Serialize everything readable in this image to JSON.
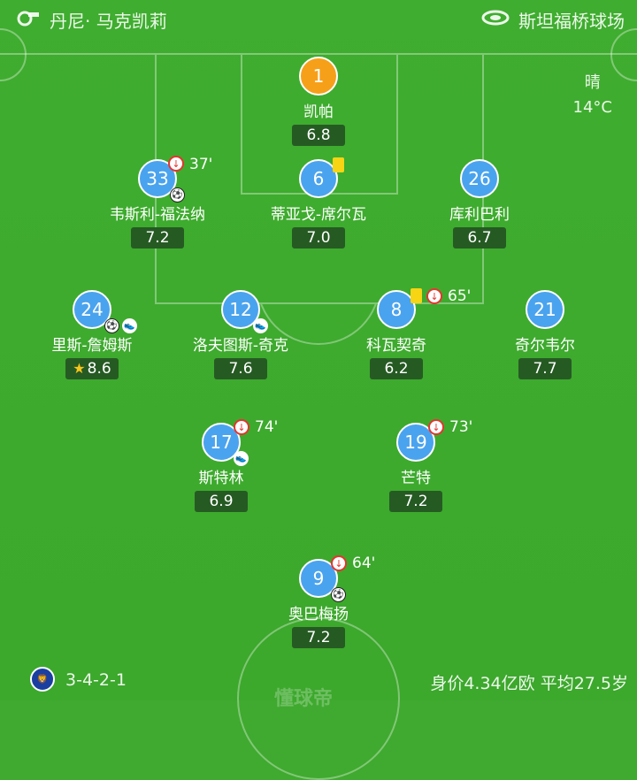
{
  "header": {
    "referee": "丹尼· 马克凯莉",
    "venue": "斯坦福桥球场"
  },
  "weather": {
    "condition": "晴",
    "temperature": "14°C"
  },
  "players": [
    {
      "number": "1",
      "name": "凯帕",
      "rating": "6.8",
      "gk": true
    },
    {
      "number": "33",
      "name": "韦斯利-福法纳",
      "rating": "7.2",
      "sub_time": "37'"
    },
    {
      "number": "6",
      "name": "蒂亚戈-席尔瓦",
      "rating": "7.0"
    },
    {
      "number": "26",
      "name": "库利巴利",
      "rating": "6.7"
    },
    {
      "number": "24",
      "name": "里斯-詹姆斯",
      "rating": "8.6"
    },
    {
      "number": "12",
      "name": "洛夫图斯-奇克",
      "rating": "7.6"
    },
    {
      "number": "8",
      "name": "科瓦契奇",
      "rating": "6.2",
      "sub_time": "65'"
    },
    {
      "number": "21",
      "name": "奇尔韦尔",
      "rating": "7.7"
    },
    {
      "number": "17",
      "name": "斯特林",
      "rating": "6.9",
      "sub_time": "74'"
    },
    {
      "number": "19",
      "name": "芒特",
      "rating": "7.2",
      "sub_time": "73'"
    },
    {
      "number": "9",
      "name": "奥巴梅扬",
      "rating": "7.2",
      "sub_time": "64'"
    }
  ],
  "footer": {
    "formation": "3-4-2-1",
    "value": "身价4.34亿欧  平均27.5岁",
    "watermark": "懂球帝"
  },
  "colors": {
    "pitch": "#3faa2f",
    "player": "#4aa3ee",
    "goalkeeper": "#f6a019",
    "rating_bg": "#265a23"
  }
}
